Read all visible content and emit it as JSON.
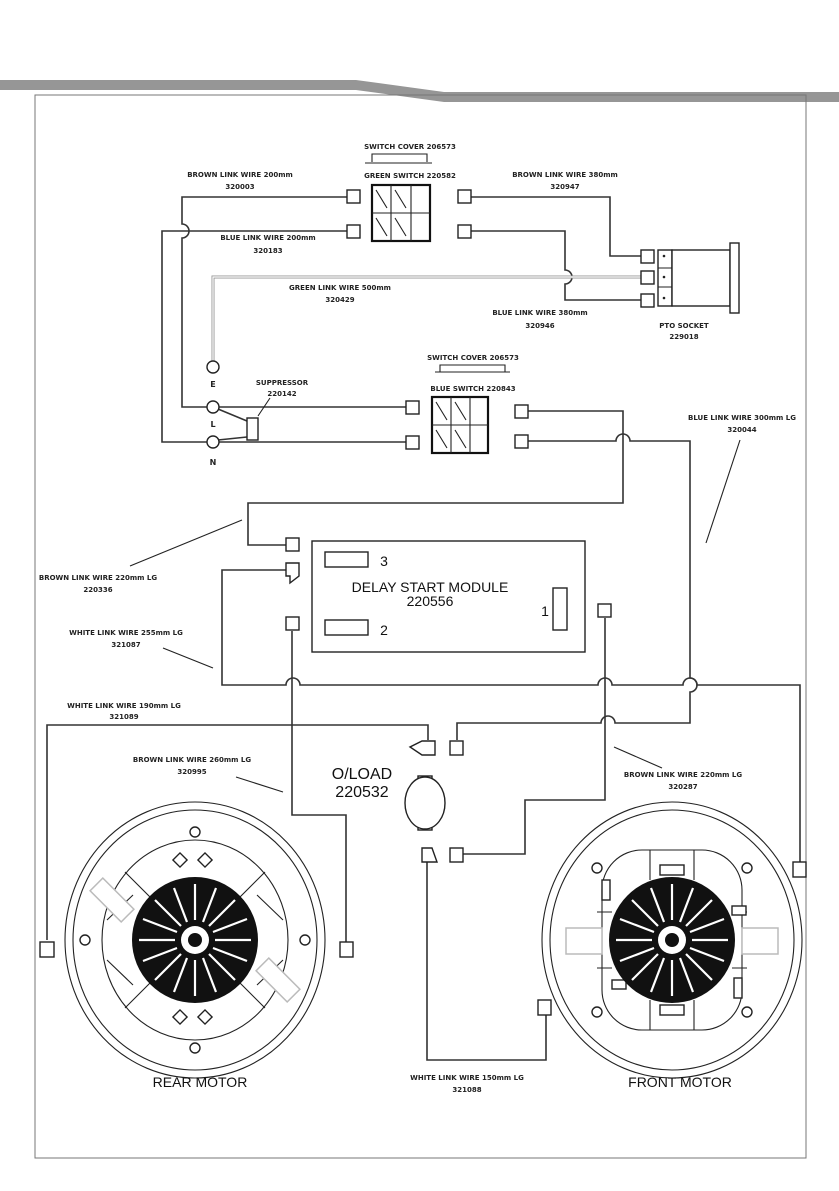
{
  "page_header": {
    "band_color": "#969696"
  },
  "green_switch": {
    "cover": "SWITCH COVER 206573",
    "name": "GREEN SWITCH 220582"
  },
  "blue_switch": {
    "cover": "SWITCH COVER 206573",
    "name": "BLUE SWITCH 220843"
  },
  "pto_socket": {
    "name": "PTO SOCKET",
    "code": "229018"
  },
  "suppressor": {
    "name": "SUPPRESSOR",
    "code": "220142"
  },
  "mains_terminals": {
    "earth": "E",
    "live": "L",
    "neutral": "N"
  },
  "delay_module": {
    "name": "DELAY START MODULE",
    "code": "220556",
    "pin1": "1",
    "pin2": "2",
    "pin3": "3"
  },
  "overload": {
    "name": "O/LOAD",
    "code": "220532"
  },
  "motors": {
    "rear": "REAR MOTOR",
    "front": "FRONT MOTOR"
  },
  "wires": [
    {
      "name": "BROWN LINK WIRE 200mm",
      "code": "320003"
    },
    {
      "name": "BLUE LINK WIRE 200mm",
      "code": "320183"
    },
    {
      "name": "BROWN LINK WIRE 380mm",
      "code": "320947"
    },
    {
      "name": "GREEN LINK WIRE 500mm",
      "code": "320429"
    },
    {
      "name": "BLUE LINK WIRE 380mm",
      "code": "320946"
    },
    {
      "name": "BLUE LINK WIRE 300mm LG",
      "code": "320044"
    },
    {
      "name": "BROWN LINK WIRE 220mm LG",
      "code": "220336"
    },
    {
      "name": "WHITE LINK WIRE 255mm LG",
      "code": "321087"
    },
    {
      "name": "WHITE LINK WIRE 190mm LG",
      "code": "321089"
    },
    {
      "name": "BROWN LINK WIRE 260mm LG",
      "code": "320995"
    },
    {
      "name": "BROWN LINK WIRE 220mm LG",
      "code": "320287"
    },
    {
      "name": "WHITE LINK WIRE 150mm LG",
      "code": "321088"
    }
  ]
}
